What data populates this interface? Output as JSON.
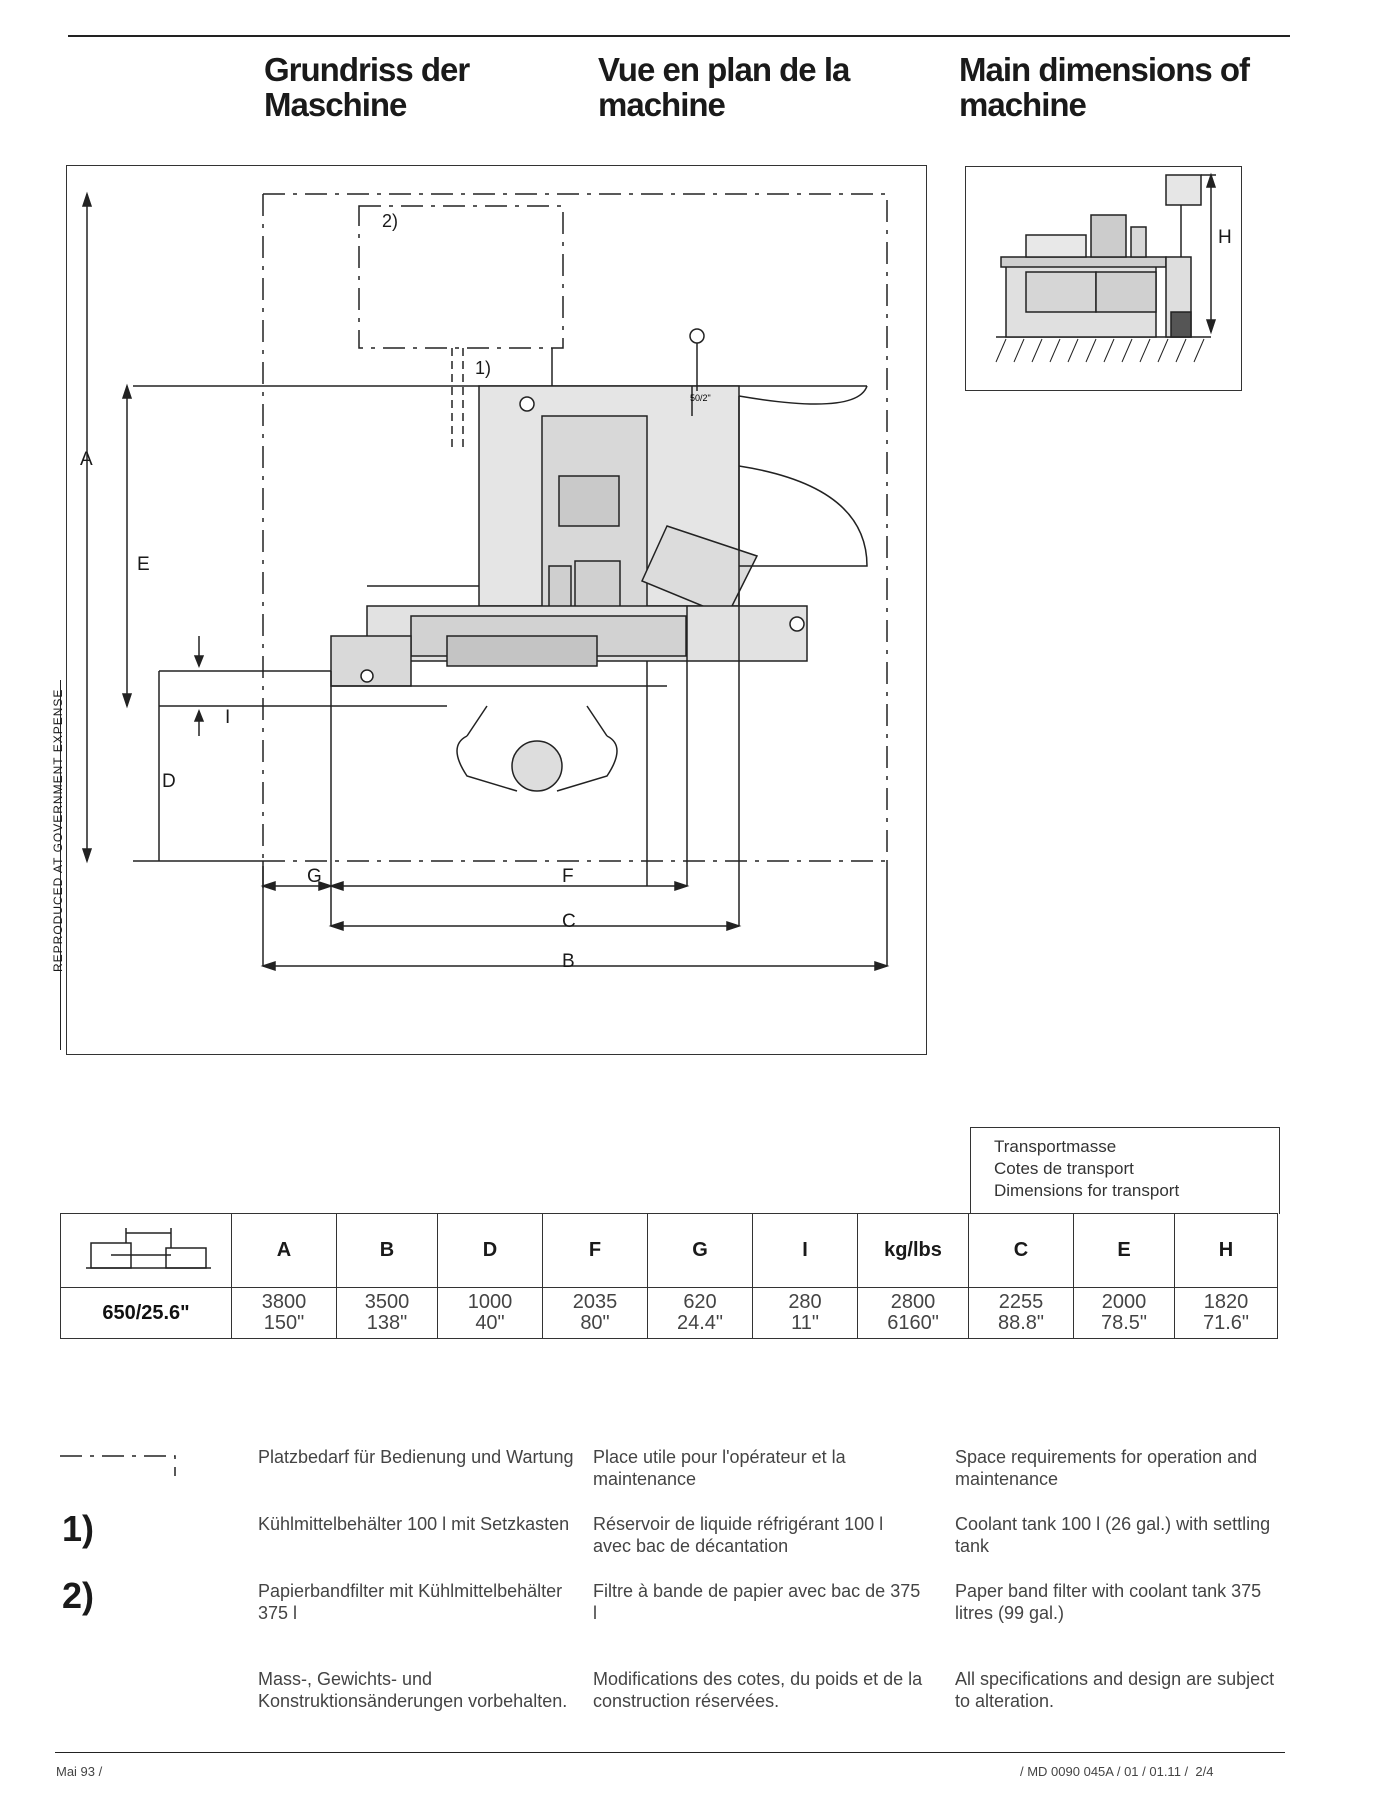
{
  "headings": {
    "de": "Grundriss der Maschine",
    "fr": "Vue en plan de la machine",
    "en": "Main dimensions of machine"
  },
  "side_note": "REPRODUCED AT GOVERNMENT EXPENSE",
  "plan_labels": {
    "a": "A",
    "b": "B",
    "c": "C",
    "d": "D",
    "e": "E",
    "f": "F",
    "g": "G",
    "i": "I",
    "h": "H",
    "note1": "1)",
    "note2": "2)",
    "small_dim": "50/2\""
  },
  "transport": {
    "line1": "Transportmasse",
    "line2": "Cotes de transport",
    "line3": "Dimensions for transport"
  },
  "table": {
    "headers": [
      "A",
      "B",
      "D",
      "F",
      "G",
      "I",
      "kg/lbs",
      "C",
      "E",
      "H"
    ],
    "model": "650/25.6\"",
    "values_metric": [
      "3800",
      "3500",
      "1000",
      "2035",
      "620",
      "280",
      "2800",
      "2255",
      "2000",
      "1820"
    ],
    "values_imperial": [
      "150\"",
      "138\"",
      "40\"",
      "80\"",
      "24.4\"",
      "11\"",
      "6160\"",
      "88.8\"",
      "78.5\"",
      "71.6\""
    ]
  },
  "legend": [
    {
      "symbol": "",
      "de": "Platzbedarf für Bedienung und Wartung",
      "fr": "Place utile pour l'opérateur et la maintenance",
      "en": "Space requirements for operation and maintenance"
    },
    {
      "symbol": "1)",
      "de": "Kühlmittelbehälter 100 l mit Setzkasten",
      "fr": "Réservoir de liquide réfrigérant 100 l avec bac de décantation",
      "en": "Coolant tank 100 l (26 gal.) with settling tank"
    },
    {
      "symbol": "2)",
      "de": "Papierbandfilter mit Kühlmittelbehälter 375 l",
      "fr": "Filtre à bande de papier avec bac de 375 l",
      "en": "Paper band filter with coolant tank 375 litres (99 gal.)"
    },
    {
      "symbol": "",
      "de": "Mass-, Gewichts- und Konstruktionsänderungen vorbehalten.",
      "fr": "Modifications des cotes, du poids et de la construction réservées.",
      "en": "All specifications and design are subject to alteration."
    }
  ],
  "footer": {
    "left": "Mai 93 /",
    "right": "/ MD 0090 045A / 01 / 01.11 /  2/4"
  }
}
